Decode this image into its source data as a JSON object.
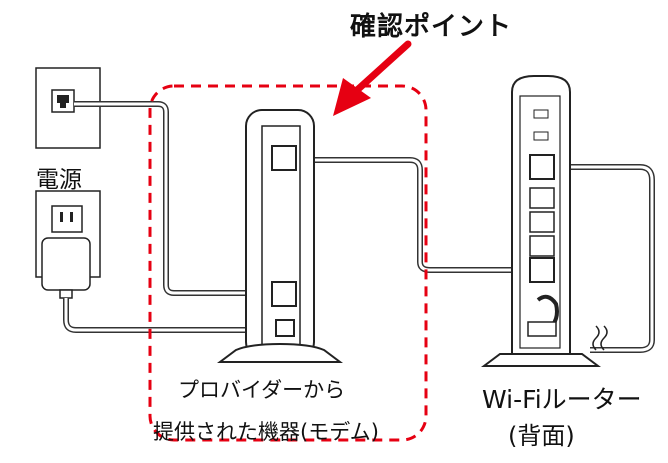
{
  "title": "確認ポイント",
  "power_label": "電源",
  "modem_label_line1": "プロバイダーから",
  "modem_label_line2": "提供された機器(モデム)",
  "router_label_line1": "Wi-Fiルーター",
  "router_label_line2": "(背面)",
  "colors": {
    "highlight": "#e60012",
    "line": "#333333",
    "device_fill": "#ffffff"
  },
  "icons": {
    "arrow": "red-arrow-icon",
    "phone_jack": "phone-jack-icon",
    "outlet": "power-outlet-icon",
    "adapter": "ac-adapter-icon"
  }
}
